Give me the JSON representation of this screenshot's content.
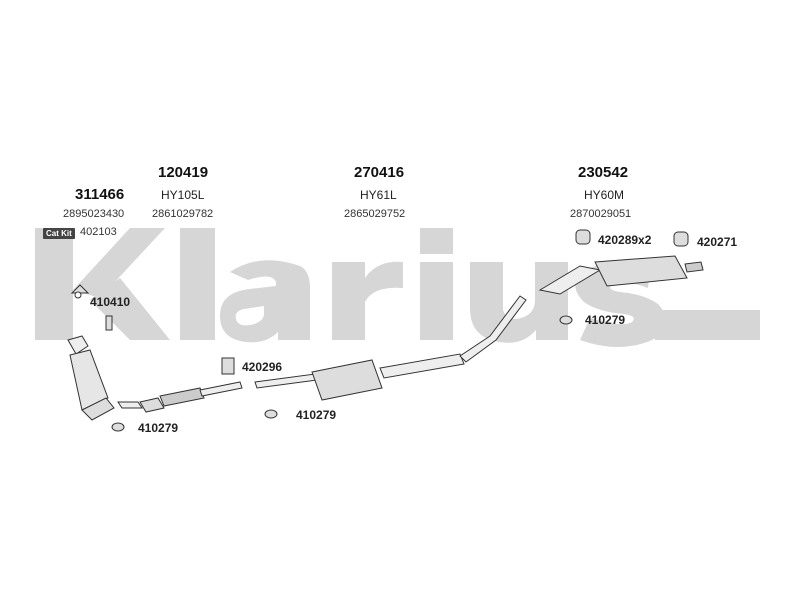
{
  "watermark": {
    "text": "klarius",
    "color": "#d0d0d0"
  },
  "groups": [
    {
      "part": "311466",
      "code": "",
      "oe": "2895023430"
    },
    {
      "part": "120419",
      "code": "HY105L",
      "oe": "2861029782"
    },
    {
      "part": "270416",
      "code": "HY61L",
      "oe": "2865029752"
    },
    {
      "part": "230542",
      "code": "HY60M",
      "oe": "2870029051"
    }
  ],
  "cat_kit": {
    "badge": "Cat Kit",
    "number": "402103"
  },
  "fittings": {
    "f410410": "410410",
    "f420296": "420296",
    "f410279_a": "410279",
    "f410279_b": "410279",
    "f410279_c": "410279",
    "f420289": "420289x2",
    "f420271": "420271"
  }
}
